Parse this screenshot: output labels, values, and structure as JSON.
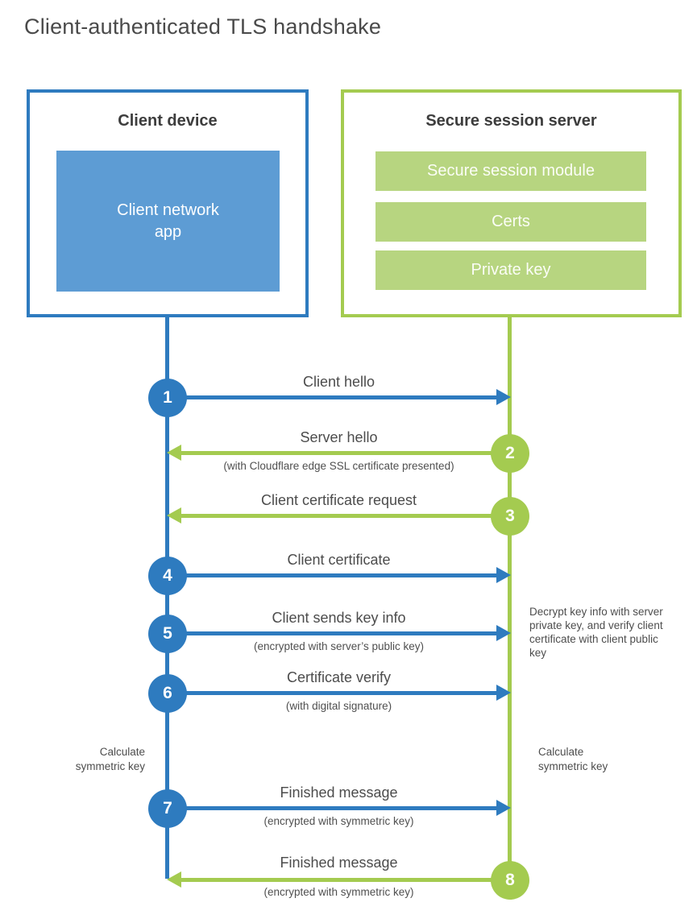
{
  "title": "Client-authenticated TLS handshake",
  "colors": {
    "blue": "#2e7bbf",
    "blue_fill": "#5d9cd4",
    "green": "#a4cb50",
    "green_fill": "#b7d580",
    "text": "#4c4c4c"
  },
  "client_box": {
    "title": "Client device",
    "app_label": "Client network\napp"
  },
  "server_box": {
    "title": "Secure session server",
    "modules": [
      "Secure session module",
      "Certs",
      "Private key"
    ]
  },
  "messages": [
    {
      "num": "1",
      "from": "client",
      "direction": "right",
      "label": "Client hello",
      "sub": ""
    },
    {
      "num": "2",
      "from": "server",
      "direction": "left",
      "label": "Server hello",
      "sub": "(with Cloudflare edge SSL certificate presented)"
    },
    {
      "num": "3",
      "from": "server",
      "direction": "left",
      "label": "Client certificate request",
      "sub": ""
    },
    {
      "num": "4",
      "from": "client",
      "direction": "right",
      "label": "Client certificate",
      "sub": ""
    },
    {
      "num": "5",
      "from": "client",
      "direction": "right",
      "label": "Client sends key info",
      "sub": "(encrypted with server’s public key)"
    },
    {
      "num": "6",
      "from": "client",
      "direction": "right",
      "label": "Certificate verify",
      "sub": "(with digital signature)"
    },
    {
      "num": "7",
      "from": "client",
      "direction": "right",
      "label": "Finished message",
      "sub": "(encrypted with symmetric key)"
    },
    {
      "num": "8",
      "from": "server",
      "direction": "left",
      "label": "Finished message",
      "sub": "(encrypted with symmetric key)"
    }
  ],
  "annotations": {
    "calc_left": "Calculate\nsymmetric key",
    "calc_right": "Calculate\nsymmetric key",
    "server_note": "Decrypt key info with server private key, and verify client certificate with client public key"
  }
}
